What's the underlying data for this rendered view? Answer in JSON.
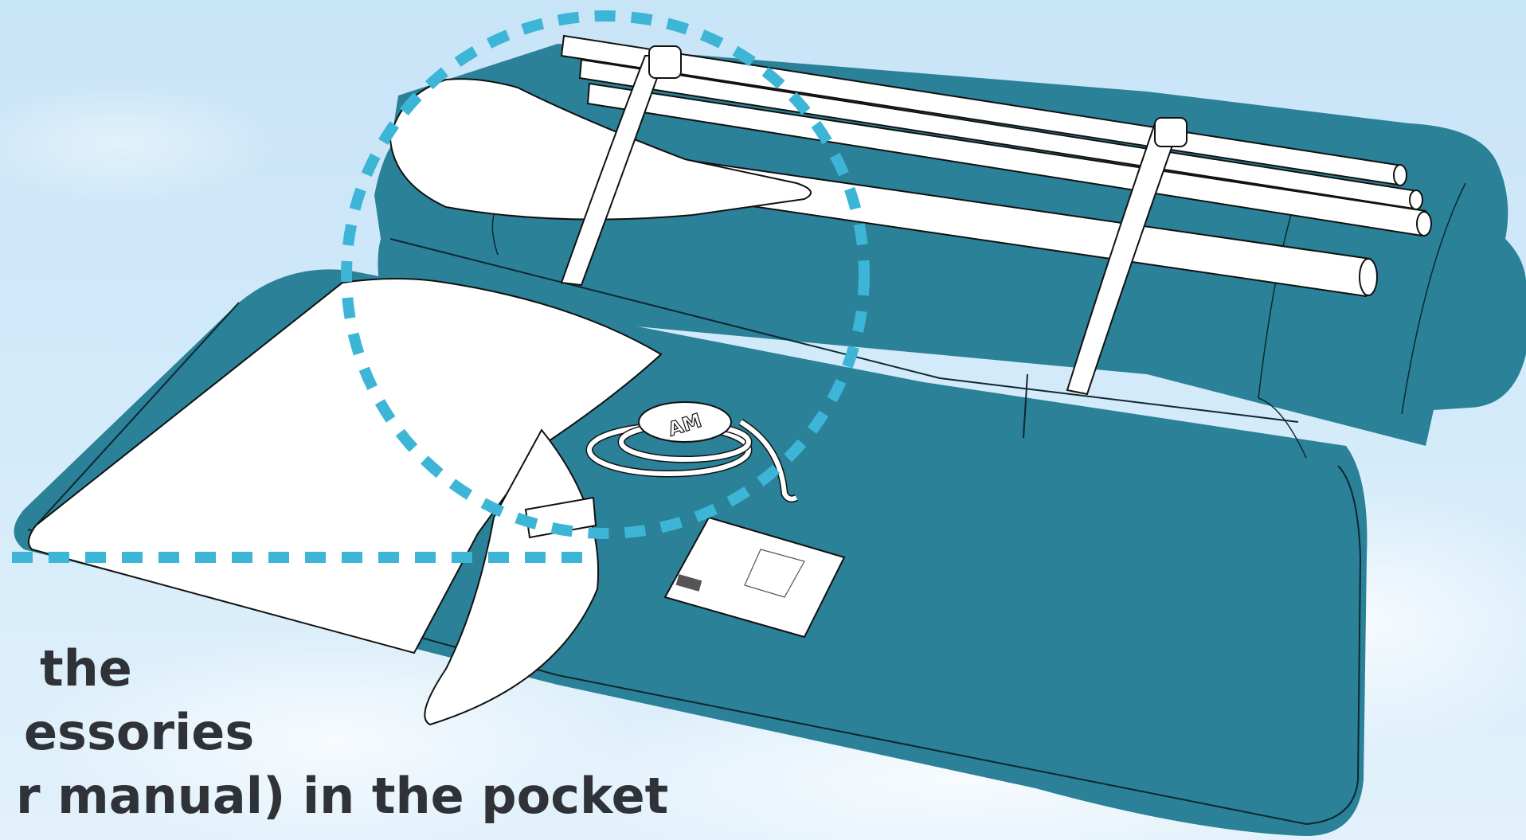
{
  "caption": {
    "lines": [
      "the",
      "essories",
      "r manual) in the pocket"
    ]
  },
  "colors": {
    "sky": "#cde7f9",
    "bag_teal": "#2a8198",
    "highlight_dash": "#3db5d6",
    "outline_white": "#ffffff",
    "text": "#2f3236"
  },
  "icons": {
    "brand_logo": "aqua-marina-logo-icon",
    "booklet": "user-manual-icon"
  },
  "brand_mark_text": "AM"
}
